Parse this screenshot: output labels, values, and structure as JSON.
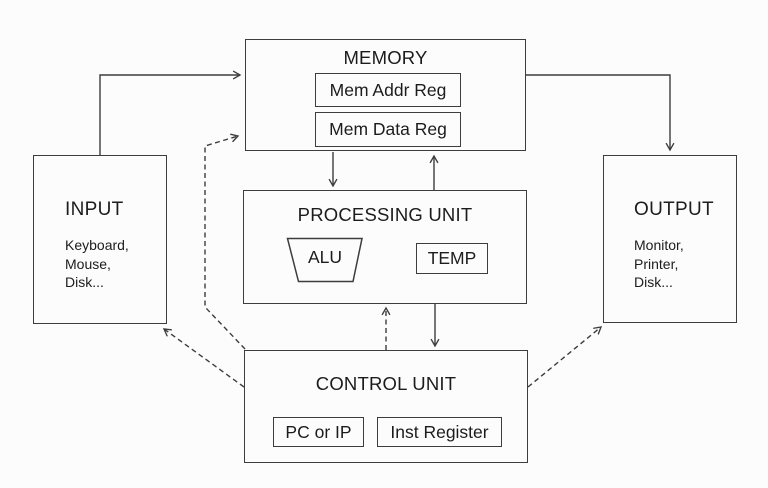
{
  "diagram": {
    "memory": {
      "title": "MEMORY",
      "registers": [
        "Mem Addr Reg",
        "Mem Data Reg"
      ]
    },
    "processing_unit": {
      "title": "PROCESSING UNIT",
      "alu_label": "ALU",
      "temp_label": "TEMP"
    },
    "control_unit": {
      "title": "CONTROL UNIT",
      "pc_label": "PC or IP",
      "inst_label": "Inst Register"
    },
    "input": {
      "title": "INPUT",
      "devices": [
        "Keyboard,",
        "Mouse,",
        "Disk..."
      ]
    },
    "output": {
      "title": "OUTPUT",
      "devices": [
        "Monitor,",
        "Printer,",
        "Disk..."
      ]
    },
    "colors": {
      "line": "#3d3d3d",
      "text": "#1c1c1c",
      "background": "#fcfcfc"
    }
  }
}
